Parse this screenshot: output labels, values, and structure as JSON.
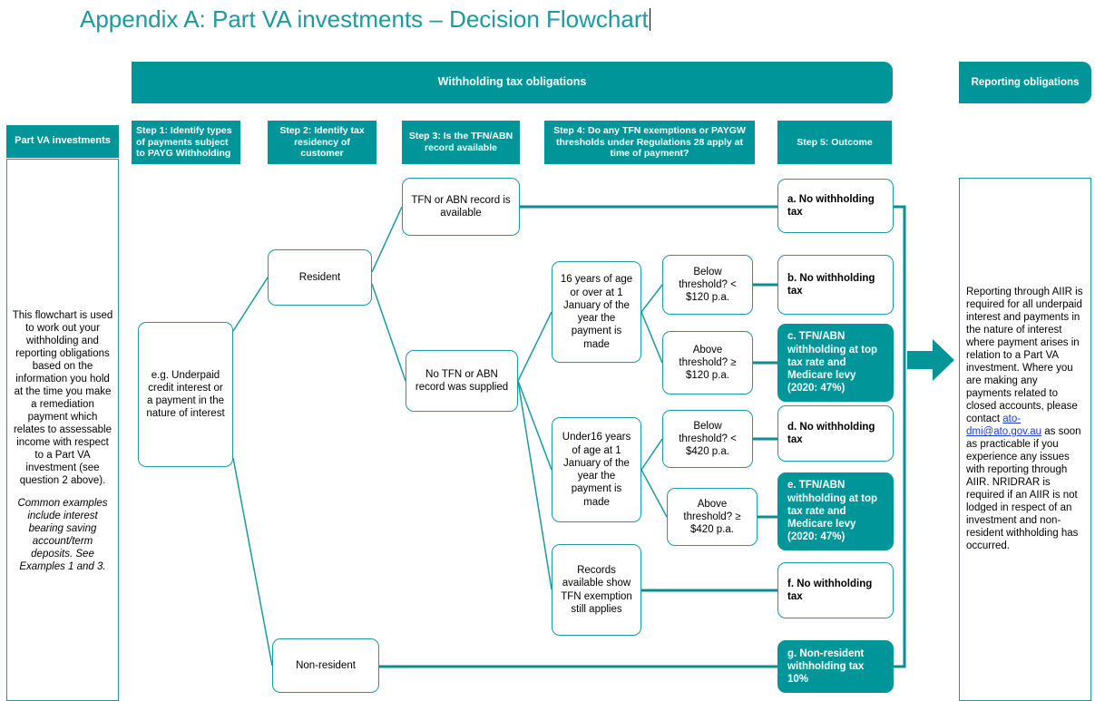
{
  "title": {
    "text": "Appendix A: Part VA investments – Decision Flowchart"
  },
  "banners": {
    "withholding": "Withholding tax obligations",
    "reporting": "Reporting obligations"
  },
  "column_headers": {
    "col0": "Part VA investments",
    "step1": "Step 1: Identify types of payments subject to PAYG Withholding",
    "step2": "Step 2: Identify tax residency of customer",
    "step3": "Step 3: Is the TFN/ABN record available",
    "step4": "Step 4: Do any TFN exemptions or PAYGW thresholds under Regulations 28 apply at time of payment?",
    "step5": "Step 5: Outcome"
  },
  "left_column": {
    "paragraph_1": "This flowchart is used to work out your withholding and reporting obligations based on the information you hold at the time you make a remediation payment which relates to assessable income with respect to a Part VA investment (see question 2 above).",
    "paragraph_2": "Common examples include interest bearing saving account/term deposits. See Examples 1 and 3."
  },
  "right_column": {
    "text_before_link": "Reporting through AIIR is required for all underpaid interest and payments in the nature of interest where payment arises in relation to a Part VA investment. Where you are making any payments related to closed accounts, please contact ",
    "email_link": "ato-dmi@ato.gov.au",
    "text_after_link": " as soon as practicable if you experience any issues with reporting through AIIR. NRIDRAR is required if an AIIR is not lodged in respect of an investment and non-resident withholding has occurred."
  },
  "nodes": {
    "example_payment": "e.g. Underpaid credit interest or a payment in the nature of interest",
    "resident": "Resident",
    "non_resident": "Non-resident",
    "tfn_available": "TFN or ABN record is available",
    "tfn_not_supplied": "No TFN or ABN record was supplied",
    "age_16_over": "16 years of age or over at 1 January of the year the payment is made",
    "age_under_16": "Under16 years of age at 1 January of the year the payment is made",
    "tfn_exemption": "Records available show TFN exemption still applies",
    "below_threshold_120": "Below threshold? < $120 p.a.",
    "above_threshold_120": "Above threshold? ≥ $120 p.a.",
    "below_threshold_420": "Below threshold? < $420 p.a.",
    "above_threshold_420": "Above threshold? ≥ $420 p.a."
  },
  "outcomes": {
    "a": "a. No withholding tax",
    "b": "b. No withholding tax",
    "c": "c. TFN/ABN withholding at top tax rate and Medicare levy (2020: 47%)",
    "d": "d. No withholding tax",
    "e": "e. TFN/ABN withholding at top tax rate and Medicare levy (2020: 47%)",
    "f": "f. No withholding tax",
    "g": "g. Non-resident withholding tax 10%"
  },
  "colors": {
    "teal": "#009699",
    "teal_line": "#1C9A9E",
    "title_teal": "#1C9A9E",
    "link_blue": "#1a3ad0"
  }
}
